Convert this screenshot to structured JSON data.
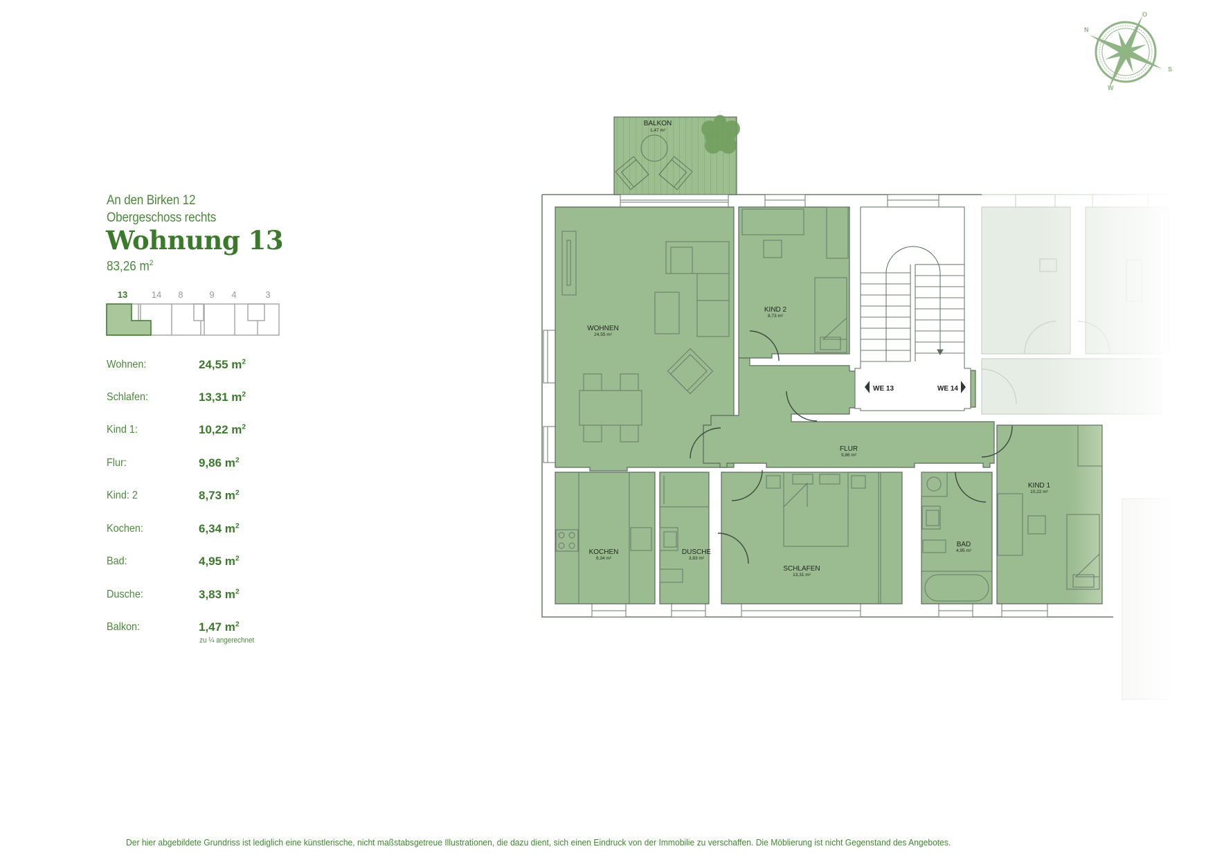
{
  "header": {
    "address": "An den Birken 12",
    "floor": "Obergeschoss rechts",
    "title": "Wohnung 13",
    "total_area": "83,26 m",
    "total_area_sup": "2"
  },
  "minimap": {
    "units": [
      {
        "label": "13",
        "active": true
      },
      {
        "label": "14",
        "active": false
      },
      {
        "label": "8",
        "active": false
      },
      {
        "label": "9",
        "active": false
      },
      {
        "label": "4",
        "active": false
      },
      {
        "label": "3",
        "active": false
      }
    ],
    "highlight_color": "#a9c79b"
  },
  "areas": [
    {
      "label": "Wohnen:",
      "value": "24,55 m",
      "sup": "2"
    },
    {
      "label": "Schlafen:",
      "value": "13,31 m",
      "sup": "2"
    },
    {
      "label": "Kind 1:",
      "value": "10,22 m",
      "sup": "2"
    },
    {
      "label": "Flur:",
      "value": "9,86 m",
      "sup": "2"
    },
    {
      "label": "Kind: 2",
      "value": "8,73 m",
      "sup": "2"
    },
    {
      "label": "Kochen:",
      "value": "6,34 m",
      "sup": "2"
    },
    {
      "label": "Bad:",
      "value": "4,95 m",
      "sup": "2"
    },
    {
      "label": "Dusche:",
      "value": "3,83 m",
      "sup": "2"
    },
    {
      "label": "Balkon:",
      "value": "1,47 m",
      "sup": "2",
      "note": "zu ¼ angerechnet"
    }
  ],
  "plan": {
    "rooms": {
      "balkon": {
        "name": "BALKON",
        "area": "1,47 m²"
      },
      "wohnen": {
        "name": "WOHNEN",
        "area": "24,55 m²"
      },
      "kind2": {
        "name": "KIND 2",
        "area": "8,73 m²"
      },
      "flur": {
        "name": "FLUR",
        "area": "9,86 m²"
      },
      "kochen": {
        "name": "KOCHEN",
        "area": "6,34 m²"
      },
      "dusche": {
        "name": "DUSCHE",
        "area": "3,83 m²"
      },
      "schlafen": {
        "name": "SCHLAFEN",
        "area": "13,31 m²"
      },
      "bad": {
        "name": "BAD",
        "area": "4,95 m²"
      },
      "kind1": {
        "name": "KIND 1",
        "area": "10,22 m²"
      }
    },
    "stair_labels": {
      "left": "WE 13",
      "right": "WE 14"
    },
    "colors": {
      "room_fill": "#9bbb90",
      "wall": "#5a6b5c",
      "faded_fill": "#e6ede4",
      "balcony_fill": "#9dbf8f"
    }
  },
  "compass": {
    "labels": [
      "O",
      "S",
      "W",
      "N"
    ],
    "color": "#8fb584"
  },
  "footer": {
    "disclaimer": "Der hier abgebildete Grundriss ist lediglich eine künstlerische, nicht maßstabsgetreue Illustrationen, die dazu dient, sich einen Eindruck von der Immobilie zu verschaffen. Die Möblierung ist nicht Gegenstand des Angebotes."
  }
}
